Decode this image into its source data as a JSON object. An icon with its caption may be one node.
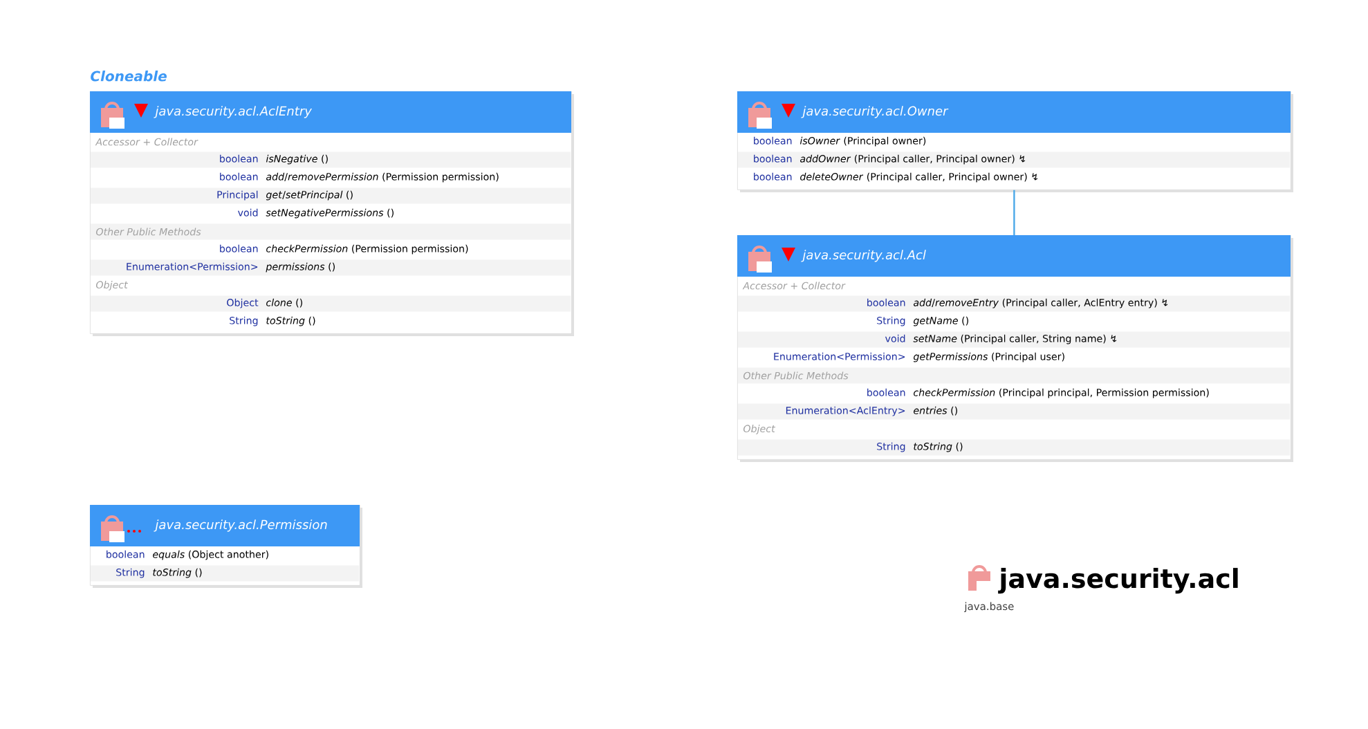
{
  "diagram": {
    "nodes": [
      {
        "text": [
          "java.security.acl.AclEntry"
        ],
        "beside": [
          "Cloneable"
        ]
      },
      {
        "text": [
          "Accessor + Collector"
        ],
        "in": 0
      },
      {
        "text": [
          "boolean",
          "*isNegative* ()"
        ],
        "in": 0
      },
      {
        "text": [
          "boolean",
          "*add*/*removePermission* (Permission permission)"
        ],
        "in": 0
      },
      {
        "text": [
          "Principal",
          "*get*/*setPrincipal* ()"
        ],
        "in": 0
      },
      {
        "text": [
          "void",
          "*setNegativePermissions* ()"
        ],
        "in": 0
      },
      {
        "text": [
          "Other Public Methods"
        ],
        "in": 0
      },
      {
        "text": [
          "boolean",
          "*checkPermission* (Permission permission)"
        ],
        "in": 0
      },
      {
        "text": [
          "Enumeration<Permission>",
          "*permissions* ()"
        ],
        "in": 0
      },
      {
        "text": [
          "Object"
        ],
        "in": 0
      },
      {
        "text": [
          "Object",
          "*clone* ()"
        ],
        "in": 0
      },
      {
        "text": [
          "String",
          "*toString* ()"
        ],
        "in": 0
      },
      {
        "text": [
          "java.security.acl.Owner"
        ]
      },
      {
        "text": [
          "boolean",
          "*isOwner* (Principal owner)"
        ],
        "in": 12
      },
      {
        "text": [
          "boolean",
          "*addOwner* (Principal caller, Principal owner) ↯"
        ],
        "in": 12
      },
      {
        "text": [
          "boolean",
          "*deleteOwner* (Principal caller, Principal owner) ↯"
        ],
        "in": 12
      },
      {
        "text": [
          "java.security.acl.Acl"
        ]
      },
      {
        "text": [
          "Accessor + Collector"
        ],
        "in": 16
      },
      {
        "text": [
          "boolean",
          "*add*/*removeEntry* (Principal caller, AclEntry entry) ↯"
        ],
        "in": 16
      },
      {
        "text": [
          "String",
          "*getName* ()"
        ],
        "in": 16
      },
      {
        "text": [
          "void",
          "*setName* (Principal caller, String name) ↯"
        ],
        "in": 16
      },
      {
        "text": [
          "Enumeration<Permission>",
          "*getPermissions* (Principal user)"
        ],
        "in": 16
      },
      {
        "text": [
          "Other Public Methods"
        ],
        "in": 16
      },
      {
        "text": [
          "boolean",
          "*checkPermission* (Principal principal, Permission permission)"
        ],
        "in": 16
      },
      {
        "text": [
          "Enumeration<AclEntry>",
          "*entries* ()"
        ],
        "in": 16
      },
      {
        "text": [
          "Object"
        ],
        "in": 16
      },
      {
        "text": [
          "String",
          "*toString* ()"
        ],
        "in": 16
      },
      {
        "text": [
          "java.security.acl.Permission"
        ]
      },
      {
        "text": [
          "boolean",
          "*equals* (Object another)"
        ],
        "in": 27
      },
      {
        "text": [
          "String",
          "*toString* ()"
        ],
        "in": 27
      }
    ],
    "edges": [
      {
        "from": 12,
        "to": 16,
        "arrow": "none"
      }
    ],
    "labels": [
      "java.security.acl",
      "java.base"
    ]
  }
}
